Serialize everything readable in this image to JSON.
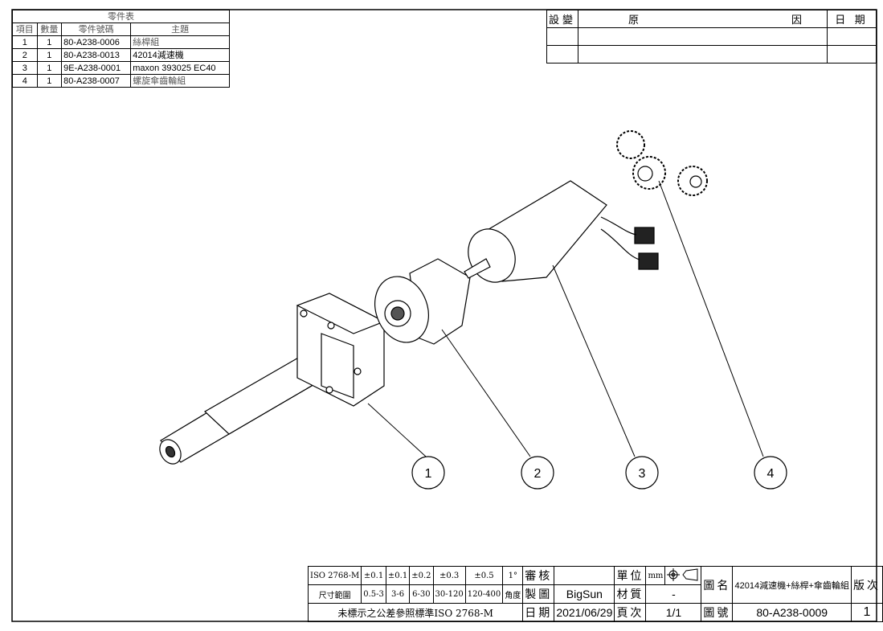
{
  "bom": {
    "title": "零件表",
    "headers": [
      "項目",
      "數量",
      "零件號碼",
      "主題"
    ],
    "rows": [
      [
        "1",
        "1",
        "80-A238-0006",
        "絲桿組"
      ],
      [
        "2",
        "1",
        "80-A238-0013",
        "42014減速機"
      ],
      [
        "3",
        "1",
        "9E-A238-0001",
        "maxon 393025 EC40"
      ],
      [
        "4",
        "1",
        "80-A238-0007",
        "螺旋傘齒輪組"
      ]
    ]
  },
  "revision": {
    "h1": "設變",
    "h2a": "原",
    "h2b": "因",
    "h3": "日 期"
  },
  "balloons": [
    "1",
    "2",
    "3",
    "4"
  ],
  "titleblock": {
    "std": "ISO 2768-M",
    "t1": "±0.1",
    "t2": "±0.1",
    "t3": "±0.2",
    "t4": "±0.3",
    "t5": "±0.5",
    "ang": "1°",
    "range_label": "尺寸範圍",
    "r1": "0.5-3",
    "r2": "3-6",
    "r3": "6-30",
    "r4": "30-120",
    "r5": "120-400",
    "ang_label": "角度",
    "note": "未標示之公差參照標準ISO 2768-M",
    "review_label": "審核",
    "review": "",
    "drawn_label": "製圖",
    "drawn": "BigSun",
    "date_label": "日期",
    "date": "2021/06/29",
    "unit_label": "單位",
    "unit": "mm",
    "material_label": "材質",
    "material": "-",
    "page_label": "頁次",
    "page": "1/1",
    "name_label": "圖名",
    "name": "42014減速機+絲桿+傘齒輪組",
    "number_label": "圖號",
    "number": "80-A238-0009",
    "rev_label": "版次",
    "rev": "1"
  }
}
